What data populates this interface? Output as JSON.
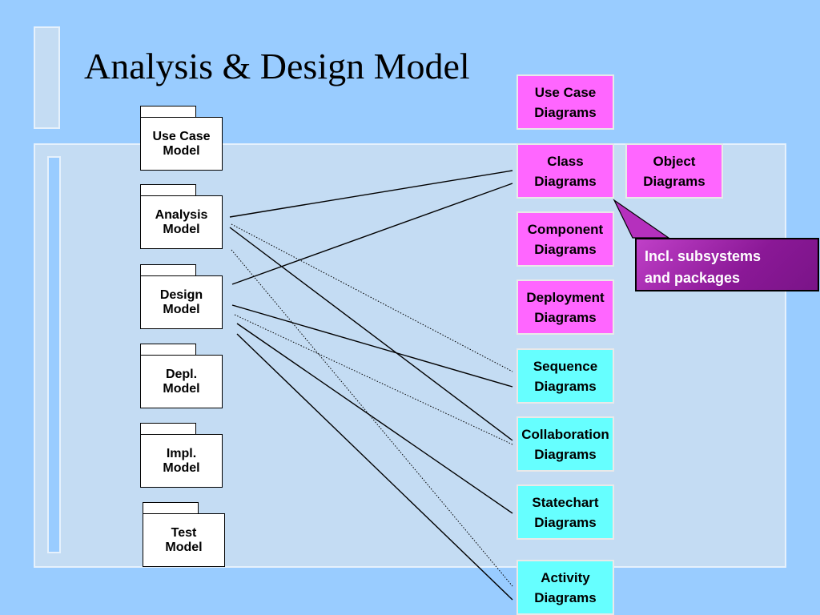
{
  "title": "Analysis & Design Model",
  "models": [
    {
      "id": "use-case-model",
      "label": "Use Case\nModel"
    },
    {
      "id": "analysis-model",
      "label": "Analysis\nModel"
    },
    {
      "id": "design-model",
      "label": "Design\nModel"
    },
    {
      "id": "depl-model",
      "label": "Depl.\nModel"
    },
    {
      "id": "impl-model",
      "label": "Impl.\nModel"
    },
    {
      "id": "test-model",
      "label": "Test\nModel"
    }
  ],
  "diagrams": [
    {
      "id": "use-case-diagrams",
      "label": "Use Case\nDiagrams",
      "color": "#ff66ff"
    },
    {
      "id": "class-diagrams",
      "label": "Class\nDiagrams",
      "color": "#ff66ff"
    },
    {
      "id": "object-diagrams",
      "label": "Object\nDiagrams",
      "color": "#ff66ff"
    },
    {
      "id": "component-diagrams",
      "label": "Component\nDiagrams",
      "color": "#ff66ff"
    },
    {
      "id": "deployment-diagrams",
      "label": "Deployment\nDiagrams",
      "color": "#ff66ff"
    },
    {
      "id": "sequence-diagrams",
      "label": "Sequence\nDiagrams",
      "color": "#66ffff"
    },
    {
      "id": "collaboration-diagrams",
      "label": "Collaboration\nDiagrams",
      "color": "#66ffff"
    },
    {
      "id": "statechart-diagrams",
      "label": "Statechart\nDiagrams",
      "color": "#66ffff"
    },
    {
      "id": "activity-diagrams",
      "label": "Activity\nDiagrams",
      "color": "#66ffff"
    }
  ],
  "callout": {
    "text": "Incl. subsystems\nand packages"
  },
  "connections": [
    {
      "from": "analysis-model",
      "to": "class-diagrams",
      "style": "solid"
    },
    {
      "from": "analysis-model",
      "to": "sequence-diagrams",
      "style": "dotted"
    },
    {
      "from": "analysis-model",
      "to": "collaboration-diagrams",
      "style": "solid"
    },
    {
      "from": "analysis-model",
      "to": "activity-diagrams",
      "style": "dotted"
    },
    {
      "from": "design-model",
      "to": "class-diagrams",
      "style": "solid"
    },
    {
      "from": "design-model",
      "to": "sequence-diagrams",
      "style": "solid"
    },
    {
      "from": "design-model",
      "to": "collaboration-diagrams",
      "style": "dotted"
    },
    {
      "from": "design-model",
      "to": "statechart-diagrams",
      "style": "solid"
    },
    {
      "from": "design-model",
      "to": "activity-diagrams",
      "style": "solid"
    }
  ]
}
